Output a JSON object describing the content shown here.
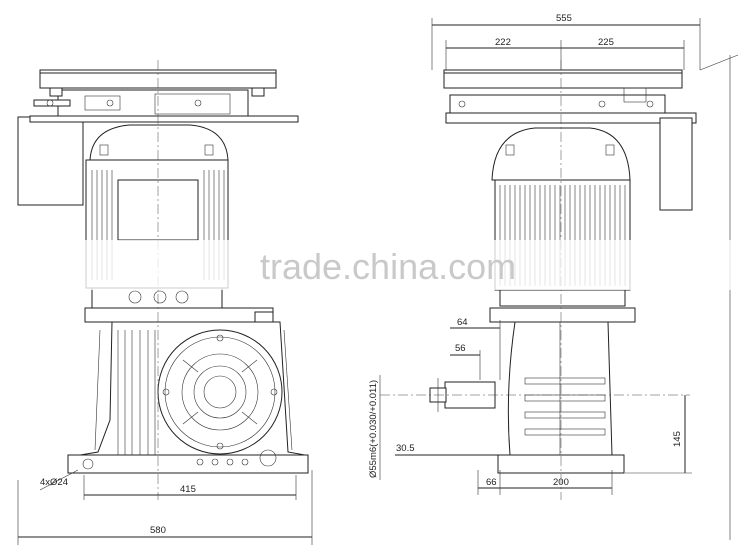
{
  "watermark": "trade.china.com",
  "left_view": {
    "dimensions": {
      "bolt_holes": "4xØ24",
      "width_415": "415",
      "width_580": "580"
    }
  },
  "right_view": {
    "dimensions": {
      "overall_555": "555",
      "half_222": "222",
      "half_225": "225",
      "shaft_64": "64",
      "shaft_56": "56",
      "shaft_30_5": "30.5",
      "height_145": "145",
      "base_66": "66",
      "base_200": "200",
      "shaft_dia": "Ø55m6(+0.030/+0.011)"
    }
  }
}
